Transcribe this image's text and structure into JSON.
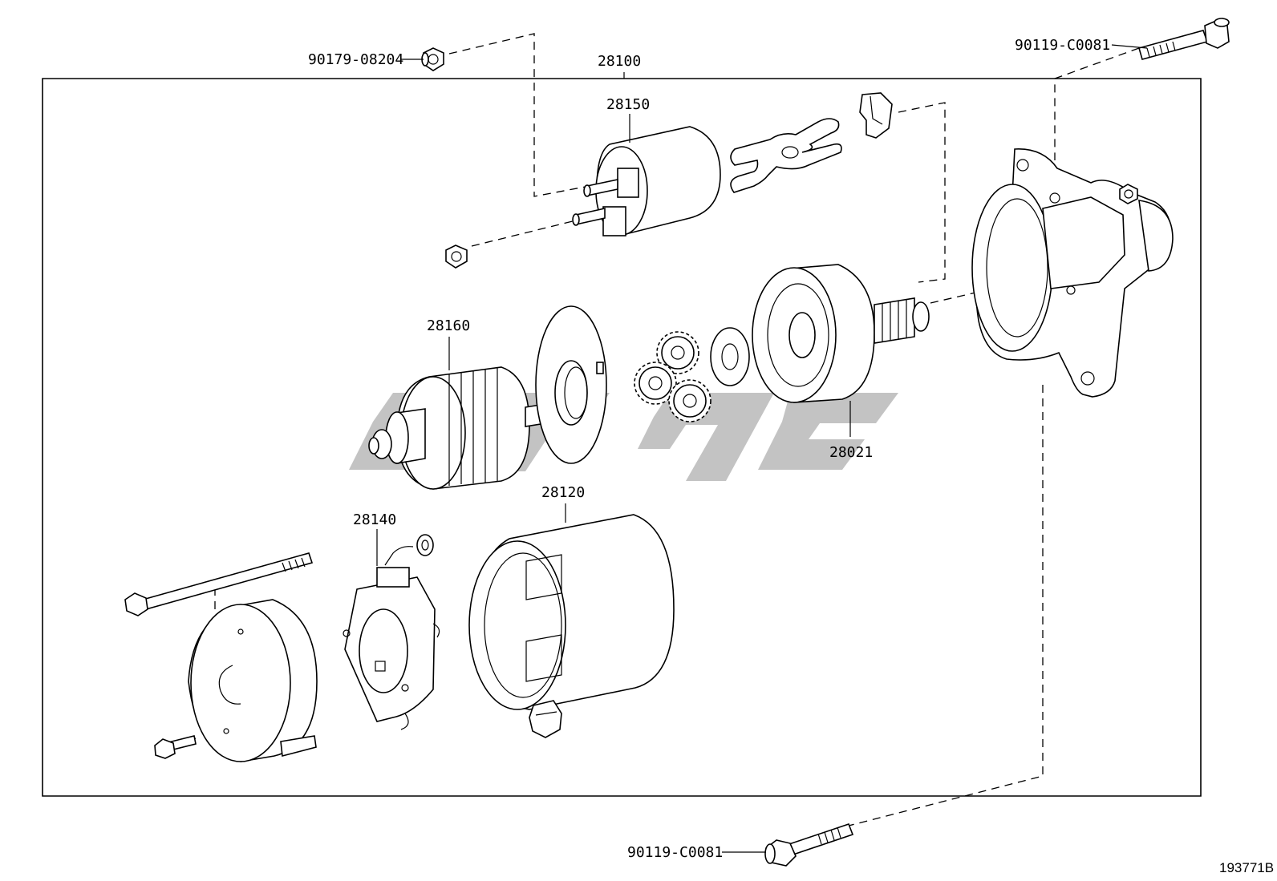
{
  "diagram": {
    "figure_id": "193771B",
    "parts": [
      {
        "key": "p90179",
        "number": "90179-08204"
      },
      {
        "key": "p90119_top",
        "number": "90119-C0081"
      },
      {
        "key": "p28100",
        "number": "28100"
      },
      {
        "key": "p28150",
        "number": "28150"
      },
      {
        "key": "p28160",
        "number": "28160"
      },
      {
        "key": "p28021",
        "number": "28021"
      },
      {
        "key": "p28120",
        "number": "28120"
      },
      {
        "key": "p28140",
        "number": "28140"
      },
      {
        "key": "p90119_bottom",
        "number": "90119-C0081"
      }
    ]
  }
}
